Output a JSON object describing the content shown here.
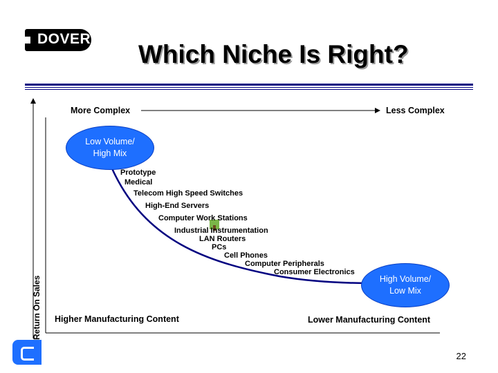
{
  "logo": {
    "text": "DOVER"
  },
  "title": "Which Niche Is Right?",
  "axes": {
    "left_top": "More Complex",
    "right_top": "Less Complex",
    "y_label": "Return On Sales",
    "bottom_left": "Higher Manufacturing Content",
    "bottom_right": "Lower Manufacturing Content"
  },
  "nodes": {
    "start": {
      "line1": "Low Volume/",
      "line2": "High Mix"
    },
    "end": {
      "line1": "High Volume/",
      "line2": "Low Mix"
    }
  },
  "markets": [
    "Prototype",
    "Medical",
    "Telecom High Speed Switches",
    "High-End Servers",
    "Computer Work Stations",
    "Industrial Instrumentation",
    "LAN Routers",
    "PCs",
    "Cell Phones",
    "Computer Peripherals",
    "Consumer Electronics"
  ],
  "page_number": "22",
  "colors": {
    "accent": "#1e6fff",
    "rule": "#000080"
  }
}
